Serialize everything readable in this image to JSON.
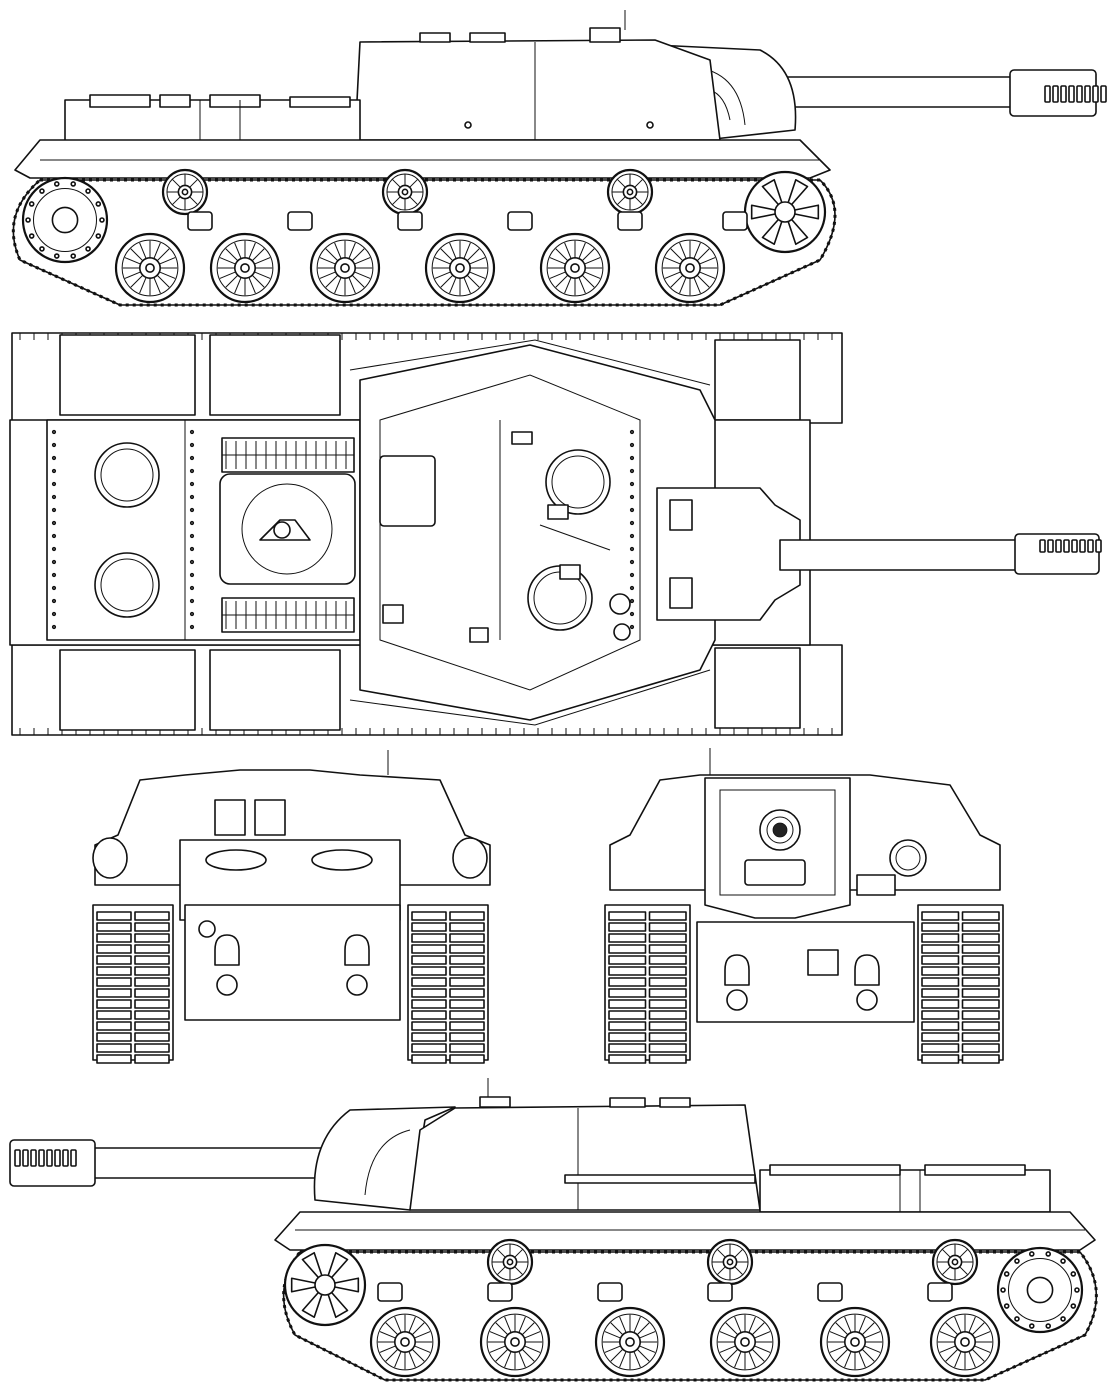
{
  "drawing": {
    "views": [
      {
        "id": "left-side",
        "road_wheels": 6,
        "return_rollers": 3
      },
      {
        "id": "top",
        "hatches": 2,
        "engine_grilles": 2
      },
      {
        "id": "rear"
      },
      {
        "id": "front"
      },
      {
        "id": "right-side",
        "road_wheels": 6,
        "return_rollers": 3
      }
    ],
    "line_color": "#111111",
    "paper_color": "#ffffff"
  }
}
